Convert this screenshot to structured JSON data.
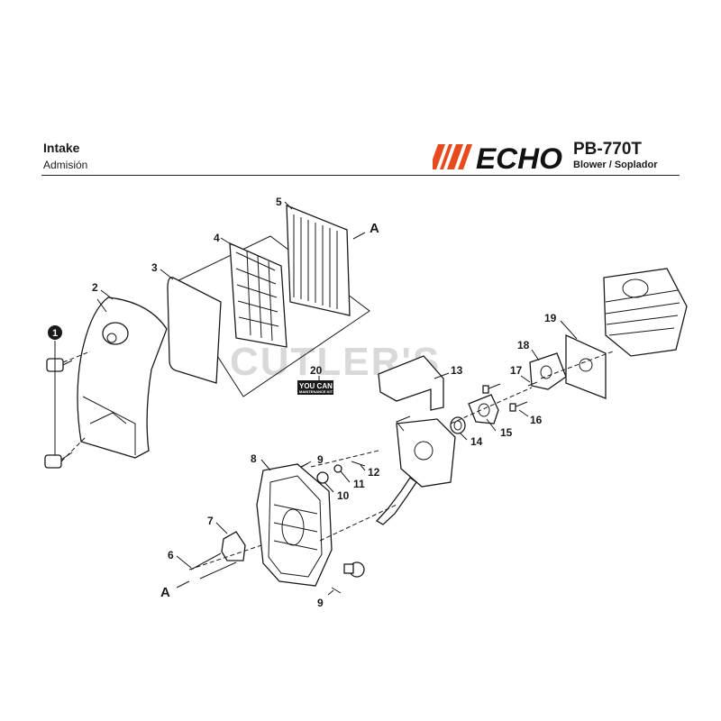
{
  "header": {
    "title": "Intake",
    "subtitle": "Admisión",
    "model": "PB-770T",
    "model_sub": "Blower / Soplador"
  },
  "brand": {
    "logo_text": "ECHO",
    "accent": "#e8491d"
  },
  "watermark": "CUTLER'S",
  "callout": "1",
  "ref_letter": "A",
  "kit": {
    "line1": "YOU CAN",
    "line2": "MAINTENANCE KIT"
  },
  "parts": {
    "p2": "2",
    "p3": "3",
    "p4": "4",
    "p5": "5",
    "p6": "6",
    "p7": "7",
    "p8": "8",
    "p9a": "9",
    "p9b": "9",
    "p10": "10",
    "p11": "11",
    "p12": "12",
    "p13": "13",
    "p14": "14",
    "p15": "15",
    "p16": "16",
    "p17": "17",
    "p18": "18",
    "p19": "19",
    "p20": "20"
  }
}
